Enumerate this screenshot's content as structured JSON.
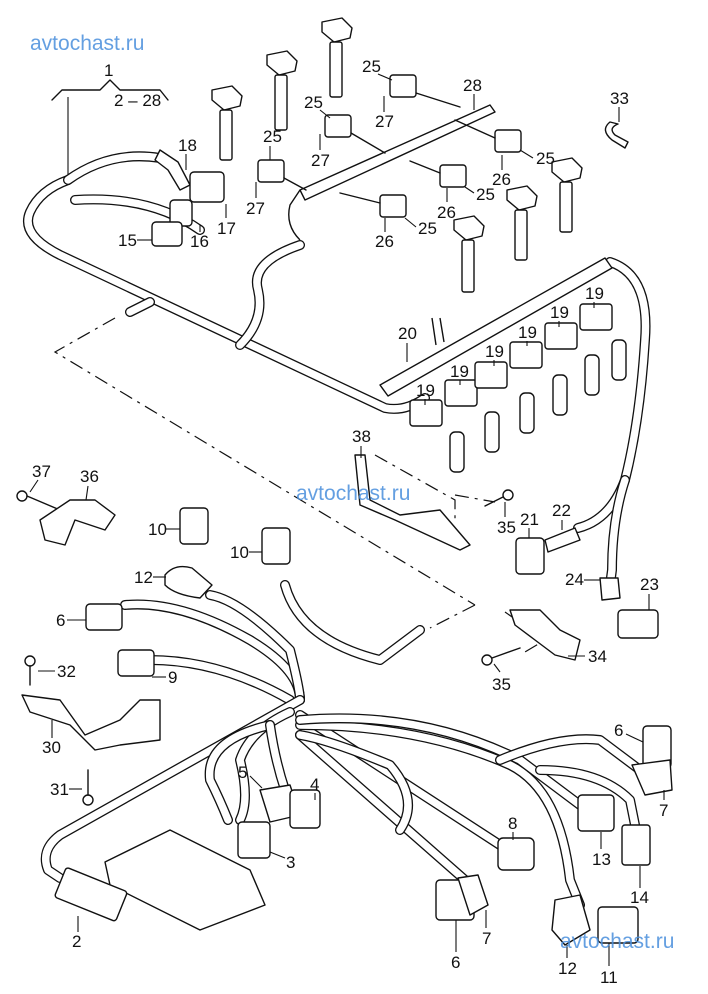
{
  "watermark": {
    "text": "avtochast.ru",
    "color": "#4a8fdc"
  },
  "diagram": {
    "title_group": {
      "label": "1",
      "range": "2 – 28"
    },
    "callouts": {
      "c2": "2",
      "c3": "3",
      "c4": "4",
      "c5": "5",
      "c6": "6",
      "c7": "7",
      "c8": "8",
      "c9": "9",
      "c10": "10",
      "c11": "11",
      "c12": "12",
      "c13": "13",
      "c14": "14",
      "c15": "15",
      "c16": "16",
      "c17": "17",
      "c18": "18",
      "c19": "19",
      "c20": "20",
      "c21": "21",
      "c22": "22",
      "c23": "23",
      "c24": "24",
      "c25": "25",
      "c26": "26",
      "c27": "27",
      "c28": "28",
      "c30": "30",
      "c31": "31",
      "c32": "32",
      "c33": "33",
      "c34": "34",
      "c35": "35",
      "c36": "36",
      "c37": "37",
      "c38": "38"
    },
    "parts": [
      {
        "id": "ignition-coil",
        "count": 6
      },
      {
        "id": "injector",
        "count": 6
      },
      {
        "id": "injector-connector",
        "callout": "19",
        "count": 6
      },
      {
        "id": "coil-connector",
        "callout": "25",
        "count": 6
      },
      {
        "id": "control-unit"
      },
      {
        "id": "bracket",
        "callouts": [
          "30",
          "34",
          "36",
          "38"
        ]
      },
      {
        "id": "bolt",
        "callouts": [
          "31",
          "32",
          "35",
          "37"
        ]
      },
      {
        "id": "clip",
        "callout": "33"
      }
    ]
  }
}
